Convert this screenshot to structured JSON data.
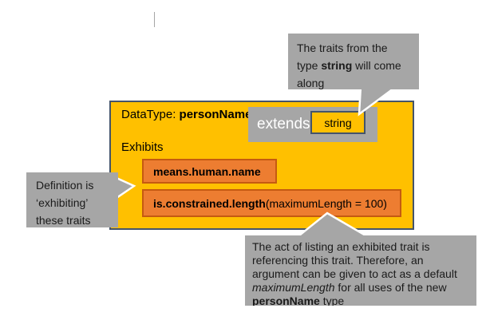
{
  "diagram": {
    "main_box": {
      "title_prefix": "DataType: ",
      "title_name": "personName",
      "exhibits_label": "Exhibits",
      "extends_label": "extends",
      "extends_type": "string",
      "traits": [
        {
          "name": "means.human.name",
          "args": ""
        },
        {
          "name": "is.constrained.length",
          "args": " (maximumLength = 100)"
        }
      ]
    },
    "callouts": {
      "top": {
        "line1": "The traits from the",
        "line2_pre": "type ",
        "line2_bold": "string",
        "line2_post": " will come",
        "line3": "along"
      },
      "left": {
        "line1": "Definition is",
        "line2": "‘exhibiting’",
        "line3": "these traits"
      },
      "bottom": {
        "line1": "The act of listing an exhibited trait is",
        "line2": "referencing this trait. Therefore, an",
        "line3": "argument can be given to act as a default",
        "line4_italic": "maximumLength",
        "line4_rest": " for all uses of the new",
        "line5_bold": "personName",
        "line5_rest": " type"
      }
    },
    "colors": {
      "main_fill": "#FFC000",
      "main_border": "#44546A",
      "trait_fill": "#ED7D31",
      "trait_border": "#C55A11",
      "gray_fill": "#A6A6A6",
      "extends_text_color": "#FFFFFF",
      "text_color": "#1A1A1A"
    }
  }
}
